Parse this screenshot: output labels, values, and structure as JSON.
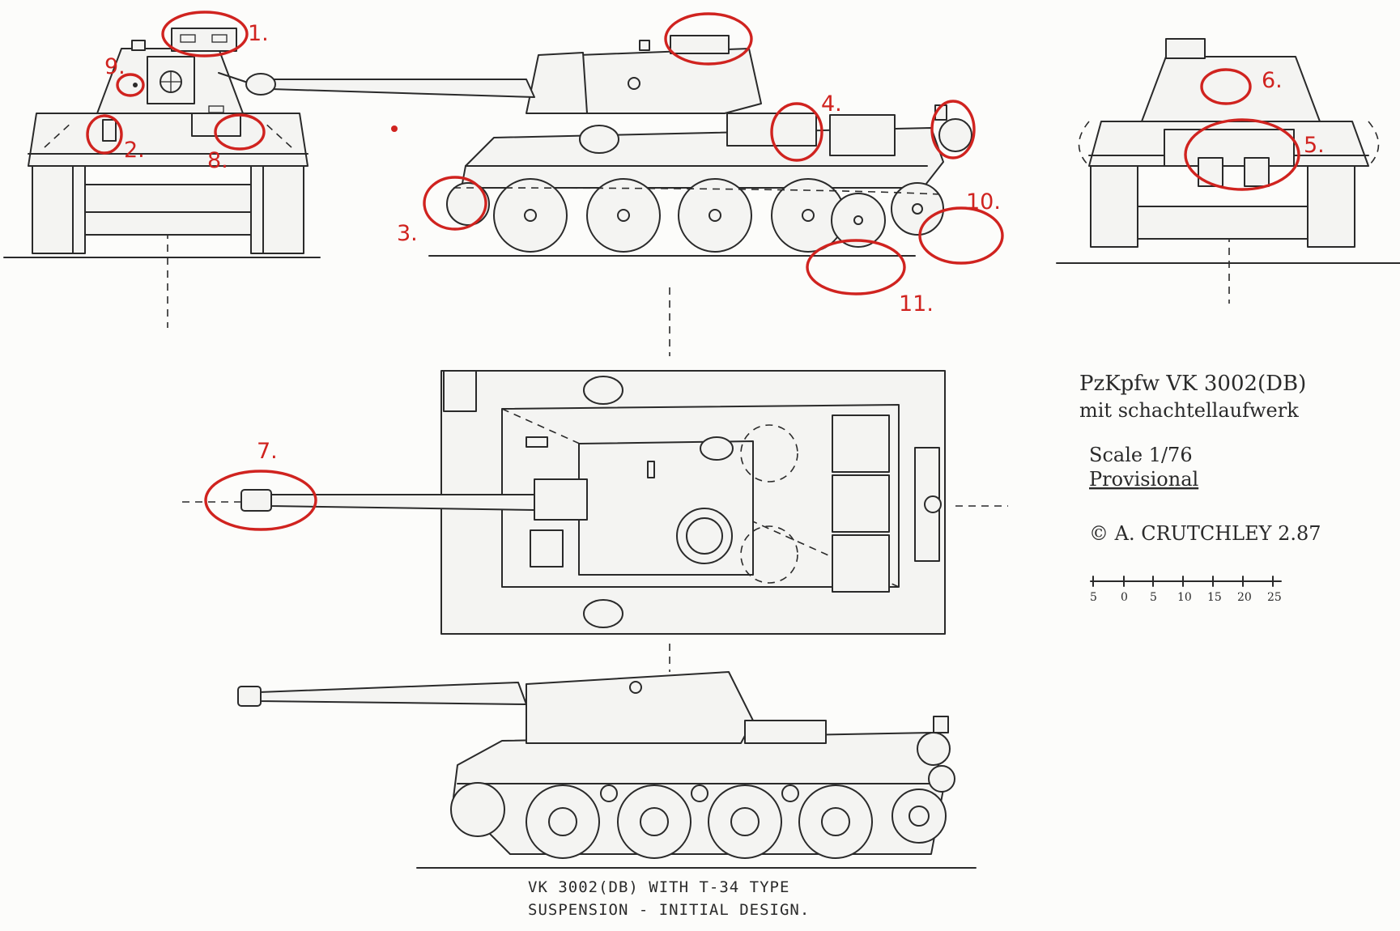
{
  "callouts": [
    {
      "id": "1",
      "label": "1."
    },
    {
      "id": "2",
      "label": "2."
    },
    {
      "id": "3",
      "label": "3."
    },
    {
      "id": "4",
      "label": "4."
    },
    {
      "id": "5",
      "label": "5."
    },
    {
      "id": "6",
      "label": "6."
    },
    {
      "id": "7",
      "label": "7."
    },
    {
      "id": "8",
      "label": "8."
    },
    {
      "id": "9",
      "label": "9."
    },
    {
      "id": "10",
      "label": "10."
    },
    {
      "id": "11",
      "label": "11."
    }
  ],
  "title_block": {
    "line1": "PzKpfw VK 3002(DB)",
    "line2": "mit schachtellaufwerk",
    "scale": "Scale 1/76",
    "status": "Provisional",
    "copyright": "© A. CRUTCHLEY 2.87",
    "scale_ticks": [
      "5",
      "0",
      "5",
      "10",
      "15",
      "20",
      "25"
    ]
  },
  "caption": {
    "line1": "VK 3002(DB) WITH T-34 TYPE",
    "line2": "SUSPENSION - INITIAL DESIGN."
  },
  "colors": {
    "ink": "#2a2a2a",
    "marker": "#d0231f",
    "paper": "#fcfcfa"
  }
}
